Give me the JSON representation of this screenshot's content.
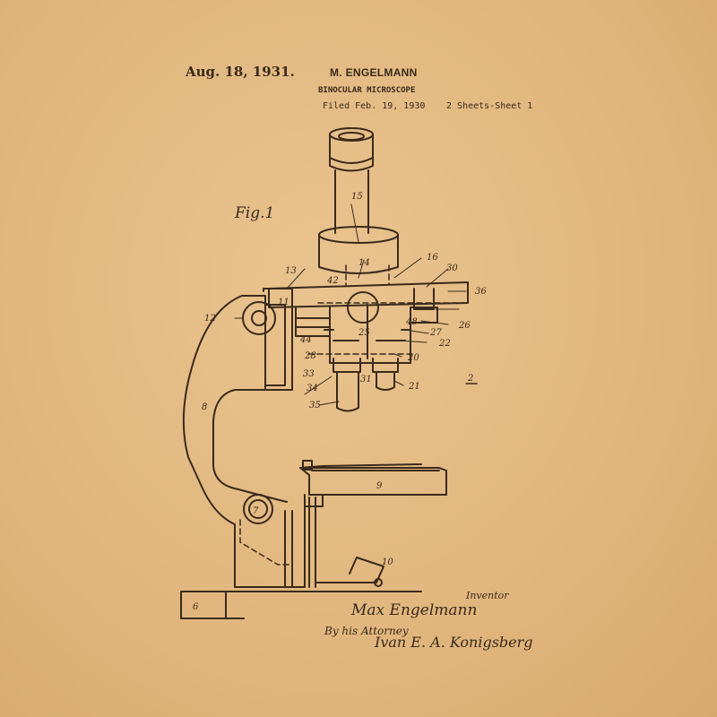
{
  "header": {
    "date": "Aug. 18, 1931.",
    "inventor_name": "M. ENGELMANN",
    "invention_title": "BINOCULAR MICROSCOPE",
    "filed": "Filed Feb. 19, 1930",
    "sheets": "2 Sheets-Sheet  1"
  },
  "figure": {
    "label": "Fig.1",
    "refs": [
      "2",
      "6",
      "7",
      "8",
      "9",
      "10",
      "11",
      "12",
      "13",
      "14",
      "15",
      "16",
      "20",
      "21",
      "22",
      "25",
      "26",
      "27",
      "28",
      "30",
      "31",
      "33",
      "34",
      "35",
      "36",
      "42",
      "44",
      "48"
    ]
  },
  "signature_block": {
    "inventor_label": "Inventor",
    "inventor_signature": "Max Engelmann",
    "by_attorney": "By his Attorney",
    "attorney_signature": "Ivan E. A. Konigsberg"
  },
  "colors": {
    "paper": "#e2b77f",
    "ink": "#3a2a1a"
  }
}
